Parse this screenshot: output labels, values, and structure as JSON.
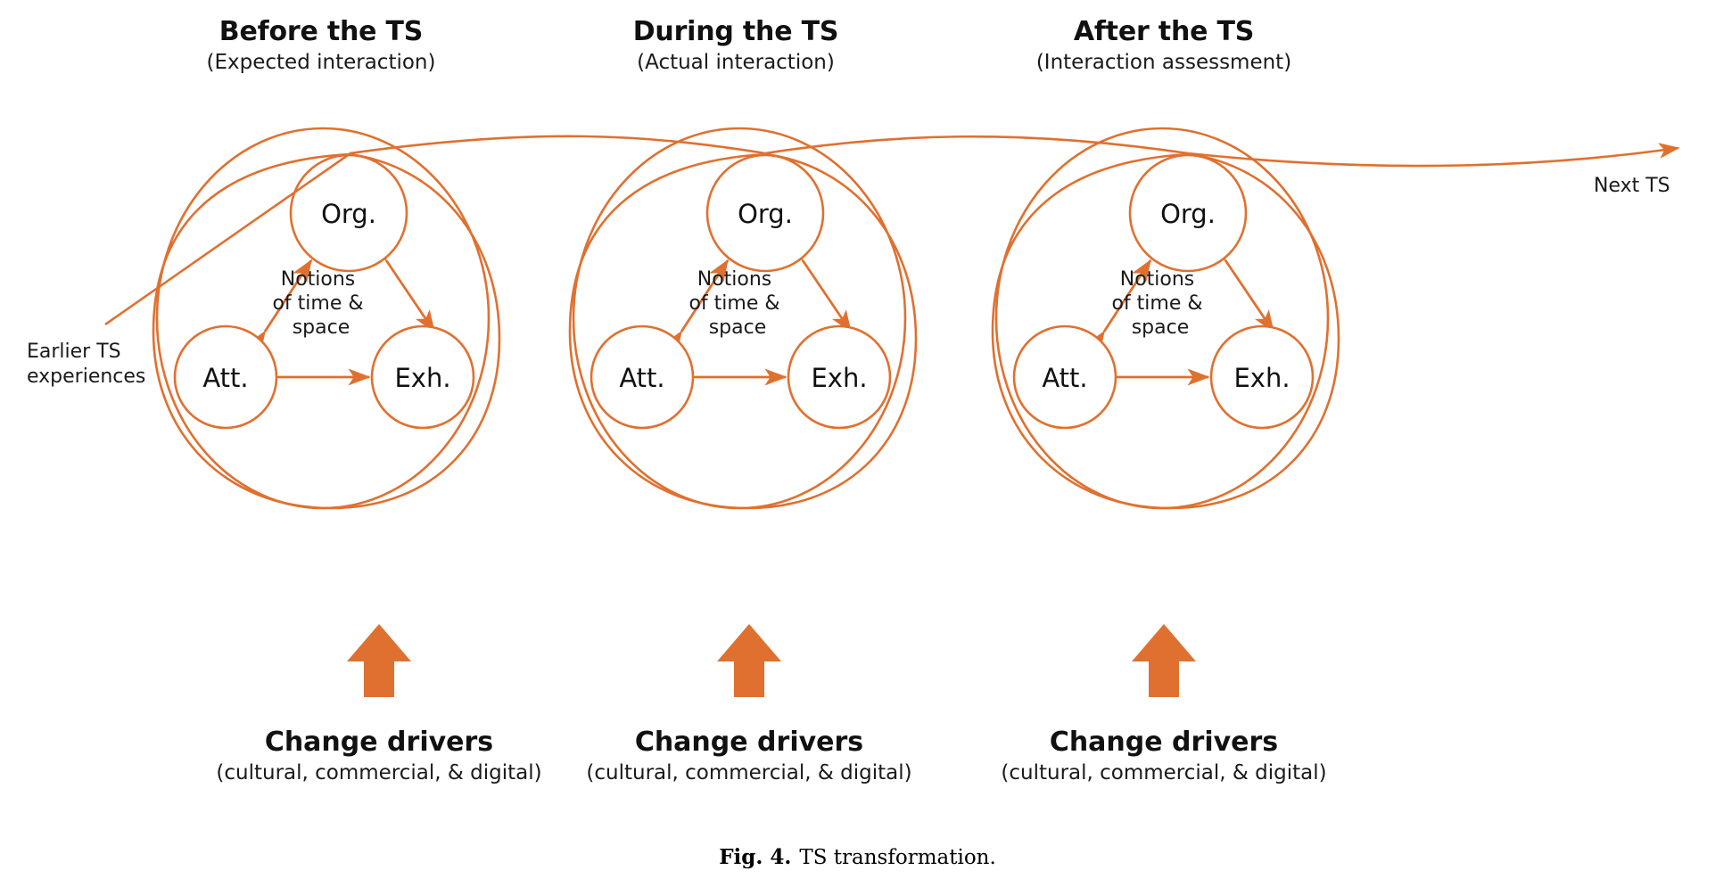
{
  "figure": {
    "caption_lead": "Fig. 4.",
    "caption_text": "TS transformation."
  },
  "theme": {
    "accent": "#E0702F",
    "text": "#111111",
    "background": "#FFFFFF"
  },
  "columns": [
    {
      "id": "before",
      "title": "Before the TS",
      "subtitle": "(Expected interaction)",
      "footer_title": "Change drivers",
      "footer_subtitle": "(cultural, commercial, & digital)",
      "center_note": "Notions\nof time &\nspace",
      "nodes": [
        {
          "id": "org",
          "label": "Org."
        },
        {
          "id": "att",
          "label": "Att."
        },
        {
          "id": "exh",
          "label": "Exh."
        }
      ]
    },
    {
      "id": "during",
      "title": "During the TS",
      "subtitle": "(Actual interaction)",
      "footer_title": "Change drivers",
      "footer_subtitle": "(cultural, commercial, & digital)",
      "center_note": "Notions\nof time &\nspace",
      "nodes": [
        {
          "id": "org",
          "label": "Org."
        },
        {
          "id": "att",
          "label": "Att."
        },
        {
          "id": "exh",
          "label": "Exh."
        }
      ]
    },
    {
      "id": "after",
      "title": "After the TS",
      "subtitle": "(Interaction assessment)",
      "footer_title": "Change drivers",
      "footer_subtitle": "(cultural, commercial, & digital)",
      "center_note": "Notions\nof time &\nspace",
      "nodes": [
        {
          "id": "org",
          "label": "Org."
        },
        {
          "id": "att",
          "label": "Att."
        },
        {
          "id": "exh",
          "label": "Exh."
        }
      ]
    }
  ],
  "annotations": {
    "earlier": "Earlier TS\nexperiences",
    "earlier_line1": "Earlier TS",
    "earlier_line2": "experiences",
    "next": "Next TS"
  },
  "note_lines": [
    "Notions",
    "of time &",
    "space"
  ]
}
